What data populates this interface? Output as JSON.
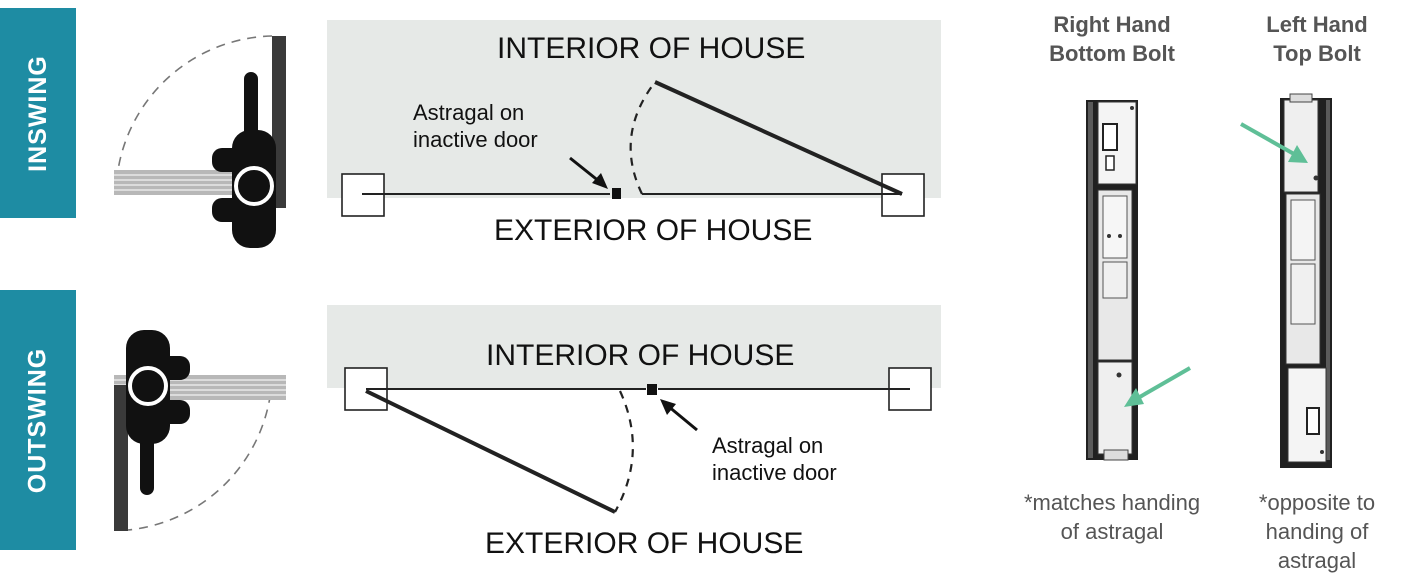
{
  "tags": {
    "inswing": "INSWING",
    "outswing": "OUTSWING"
  },
  "inswing": {
    "interior_label": "INTERIOR OF HOUSE",
    "exterior_label": "EXTERIOR OF HOUSE",
    "callout_line1": "Astragal on",
    "callout_line2": "inactive door"
  },
  "outswing": {
    "interior_label": "INTERIOR OF HOUSE",
    "exterior_label": "EXTERIOR OF HOUSE",
    "callout_line1": "Astragal on",
    "callout_line2": "inactive door"
  },
  "bolts": {
    "right_hand": {
      "title_line1": "Right Hand",
      "title_line2": "Bottom Bolt",
      "note_line1": "*matches handing",
      "note_line2": "of astragal"
    },
    "left_hand": {
      "title_line1": "Left Hand",
      "title_line2": "Top Bolt",
      "note_line1": "*opposite to",
      "note_line2": "handing of",
      "note_line3": "astragal"
    }
  },
  "colors": {
    "accent": "#1e8ca3",
    "arrow_green": "#5fbf97",
    "zone_gray": "#e6e9e7"
  }
}
